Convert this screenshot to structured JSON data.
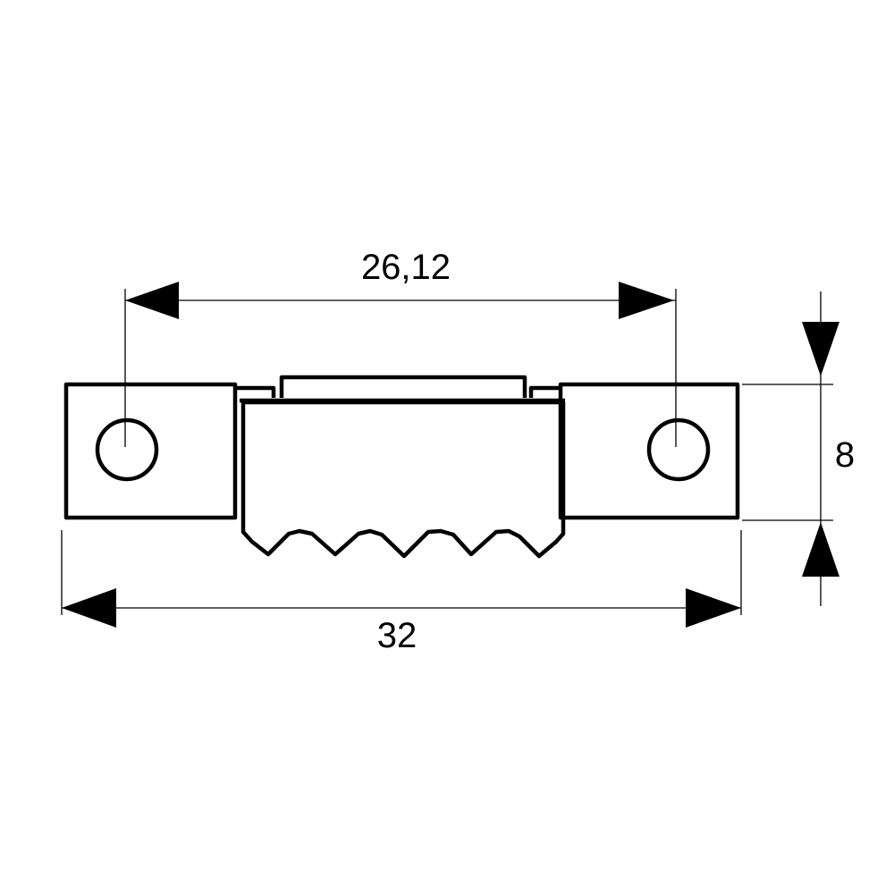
{
  "dimensions": {
    "hole_spacing": "26,12",
    "overall_length": "32",
    "height": "8"
  },
  "colors": {
    "line": "#000000",
    "background": "#ffffff"
  }
}
